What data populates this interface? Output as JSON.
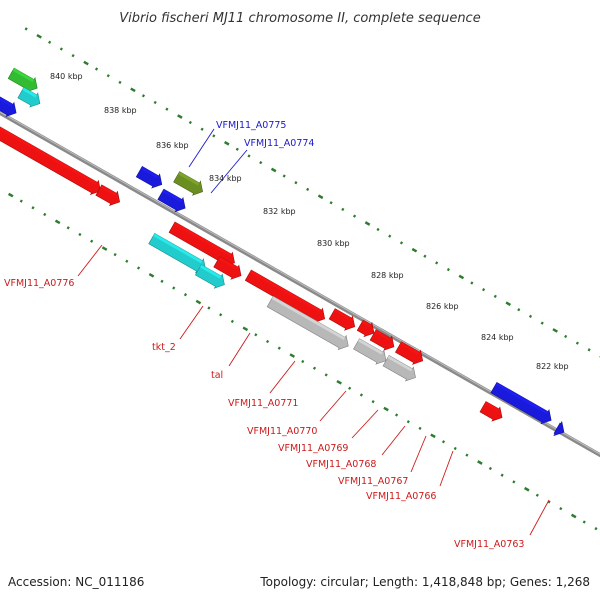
{
  "title": "Vibrio fischeri MJ11 chromosome II, complete sequence",
  "footer": {
    "accession": "Accession: NC_011186",
    "topology": "Topology: circular; Length: 1,418,848 bp; Genes: 1,268"
  },
  "colors": {
    "backbone": "#8a8a8a",
    "ticks": "#2e7d2e",
    "forward_label": "#1a1acc",
    "reverse_label": "#cc1a1a",
    "cds_red": "#ee1111",
    "cds_blue": "#1a1add",
    "cds_cyan": "#22cccc",
    "cds_gray": "#b8b8b8",
    "cds_olive": "#6b8e23",
    "cds_green": "#33bb33"
  },
  "kbp_ticks": [
    "840 kbp",
    "838 kbp",
    "836 kbp",
    "834 kbp",
    "832 kbp",
    "830 kbp",
    "828 kbp",
    "826 kbp",
    "824 kbp",
    "822 kbp"
  ],
  "forward_labels": [
    "VFMJ11_A0775",
    "VFMJ11_A0774"
  ],
  "reverse_labels": [
    "VFMJ11_A0776",
    "tkt_2",
    "tal",
    "VFMJ11_A0771",
    "VFMJ11_A0770",
    "VFMJ11_A0769",
    "VFMJ11_A0768",
    "VFMJ11_A0767",
    "VFMJ11_A0766",
    "VFMJ11_A0763"
  ]
}
